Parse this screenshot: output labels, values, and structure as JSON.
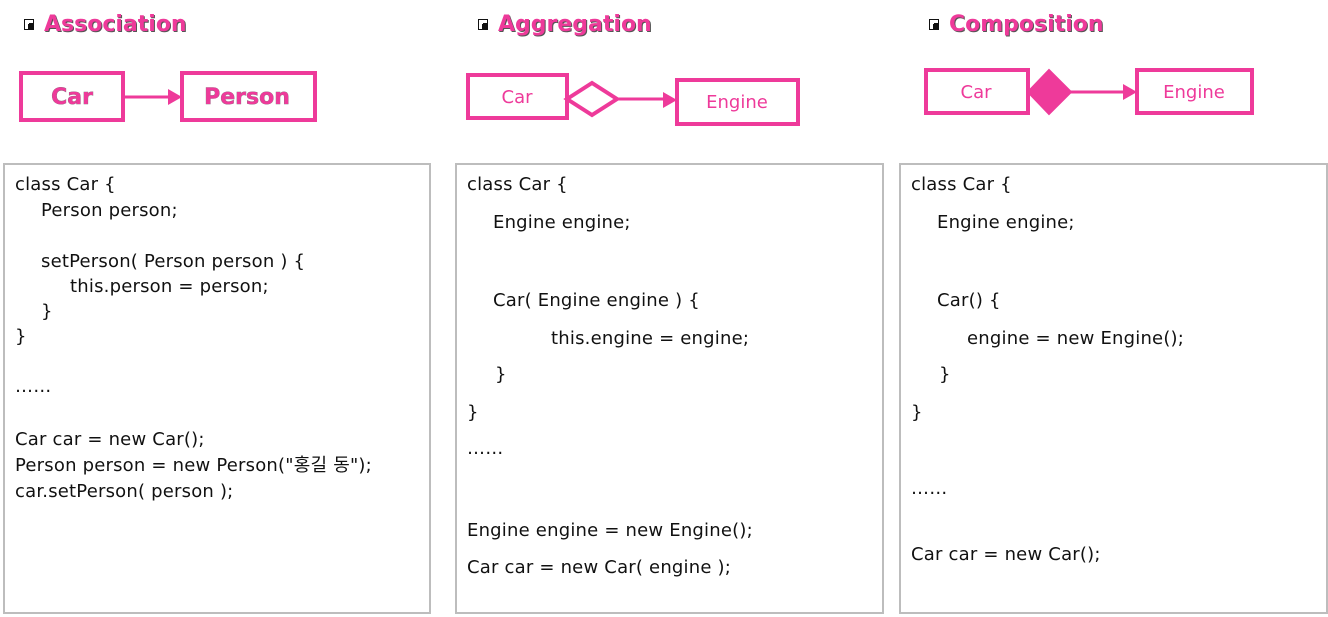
{
  "colors": {
    "accent": "#ee3a9a",
    "panel_border": "#bdbdbd",
    "text": "#111111"
  },
  "association": {
    "title": "Association",
    "node_from": "Car",
    "node_to": "Person",
    "code_lines": [
      "class Car {",
      "Person person;",
      "setPerson( Person person ) {",
      "this.person = person;",
      "}",
      "}",
      "……",
      "Car car = new Car();",
      "Person person = new Person(\"홍길 동\");",
      "car.setPerson( person );"
    ]
  },
  "aggregation": {
    "title": "Aggregation",
    "node_from": "Car",
    "node_to": "Engine",
    "code_lines": [
      "class Car {",
      "Engine engine;",
      "Car( Engine engine ) {",
      "this.engine = engine;",
      "}",
      "}",
      "……",
      "Engine engine = new Engine();",
      "Car car = new Car( engine );"
    ]
  },
  "composition": {
    "title": "Composition",
    "node_from": "Car",
    "node_to": "Engine",
    "code_lines": [
      "class Car {",
      "Engine engine;",
      "Car() {",
      "engine = new Engine();",
      "}",
      "}",
      "……",
      "Car car = new Car();"
    ]
  }
}
